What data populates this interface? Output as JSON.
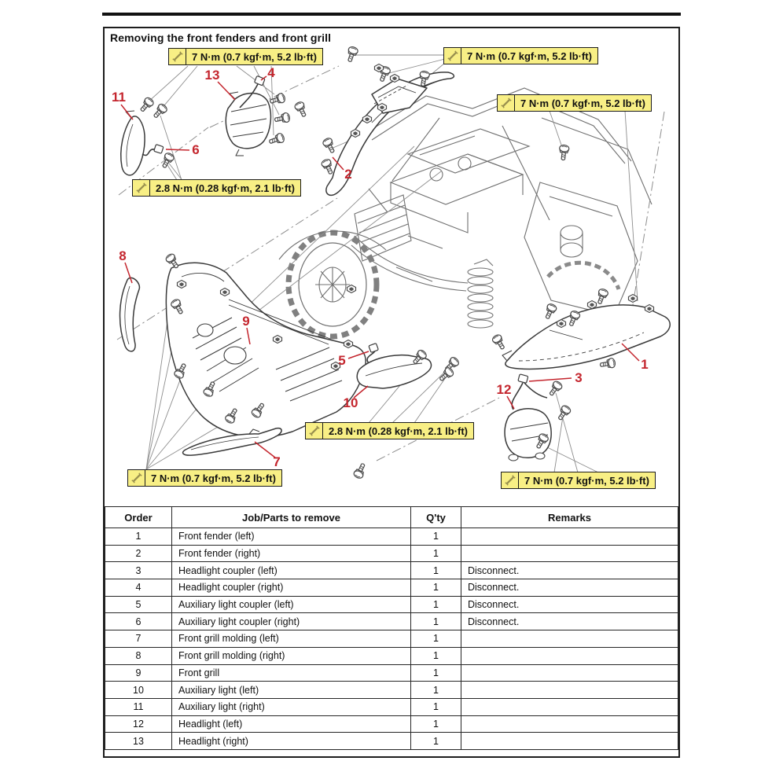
{
  "page": {
    "title": "Removing the front fenders and front grill"
  },
  "diagram": {
    "torque_callouts": [
      {
        "id": "top-left",
        "text": "7 N·m (0.7 kgf·m, 5.2 lb·ft)"
      },
      {
        "id": "top-right",
        "text": "7 N·m (0.7 kgf·m, 5.2 lb·ft)"
      },
      {
        "id": "right-upper",
        "text": "7 N·m (0.7 kgf·m, 5.2 lb·ft)"
      },
      {
        "id": "left",
        "text": "2.8 N·m (0.28 kgf·m, 2.1 lb·ft)"
      },
      {
        "id": "bottom-center",
        "text": "2.8 N·m (0.28 kgf·m, 2.1 lb·ft)"
      },
      {
        "id": "bottom-left",
        "text": "7 N·m (0.7 kgf·m, 5.2 lb·ft)"
      },
      {
        "id": "bottom-right",
        "text": "7 N·m (0.7 kgf·m, 5.2 lb·ft)"
      }
    ],
    "part_labels": [
      "11",
      "13",
      "4",
      "6",
      "2",
      "8",
      "9",
      "5",
      "10",
      "3",
      "12",
      "1",
      "7"
    ],
    "colors": {
      "callout_bg": "#f8ef85",
      "callout_border": "#1c1c1c",
      "label_red": "#c4262e",
      "line_art_gray": "#6f6f6f",
      "part_line_dark": "#3a3a3a"
    }
  },
  "table": {
    "headers": [
      "Order",
      "Job/Parts to remove",
      "Q'ty",
      "Remarks"
    ],
    "rows": [
      {
        "order": "1",
        "job": "Front fender (left)",
        "qty": "1",
        "remarks": ""
      },
      {
        "order": "2",
        "job": "Front fender (right)",
        "qty": "1",
        "remarks": ""
      },
      {
        "order": "3",
        "job": "Headlight coupler (left)",
        "qty": "1",
        "remarks": "Disconnect."
      },
      {
        "order": "4",
        "job": "Headlight coupler (right)",
        "qty": "1",
        "remarks": "Disconnect."
      },
      {
        "order": "5",
        "job": "Auxiliary light coupler (left)",
        "qty": "1",
        "remarks": "Disconnect."
      },
      {
        "order": "6",
        "job": "Auxiliary light coupler (right)",
        "qty": "1",
        "remarks": "Disconnect."
      },
      {
        "order": "7",
        "job": "Front grill molding (left)",
        "qty": "1",
        "remarks": ""
      },
      {
        "order": "8",
        "job": "Front grill molding (right)",
        "qty": "1",
        "remarks": ""
      },
      {
        "order": "9",
        "job": "Front grill",
        "qty": "1",
        "remarks": ""
      },
      {
        "order": "10",
        "job": "Auxiliary light (left)",
        "qty": "1",
        "remarks": ""
      },
      {
        "order": "11",
        "job": "Auxiliary light (right)",
        "qty": "1",
        "remarks": ""
      },
      {
        "order": "12",
        "job": "Headlight (left)",
        "qty": "1",
        "remarks": ""
      },
      {
        "order": "13",
        "job": "Headlight (right)",
        "qty": "1",
        "remarks": ""
      }
    ]
  }
}
